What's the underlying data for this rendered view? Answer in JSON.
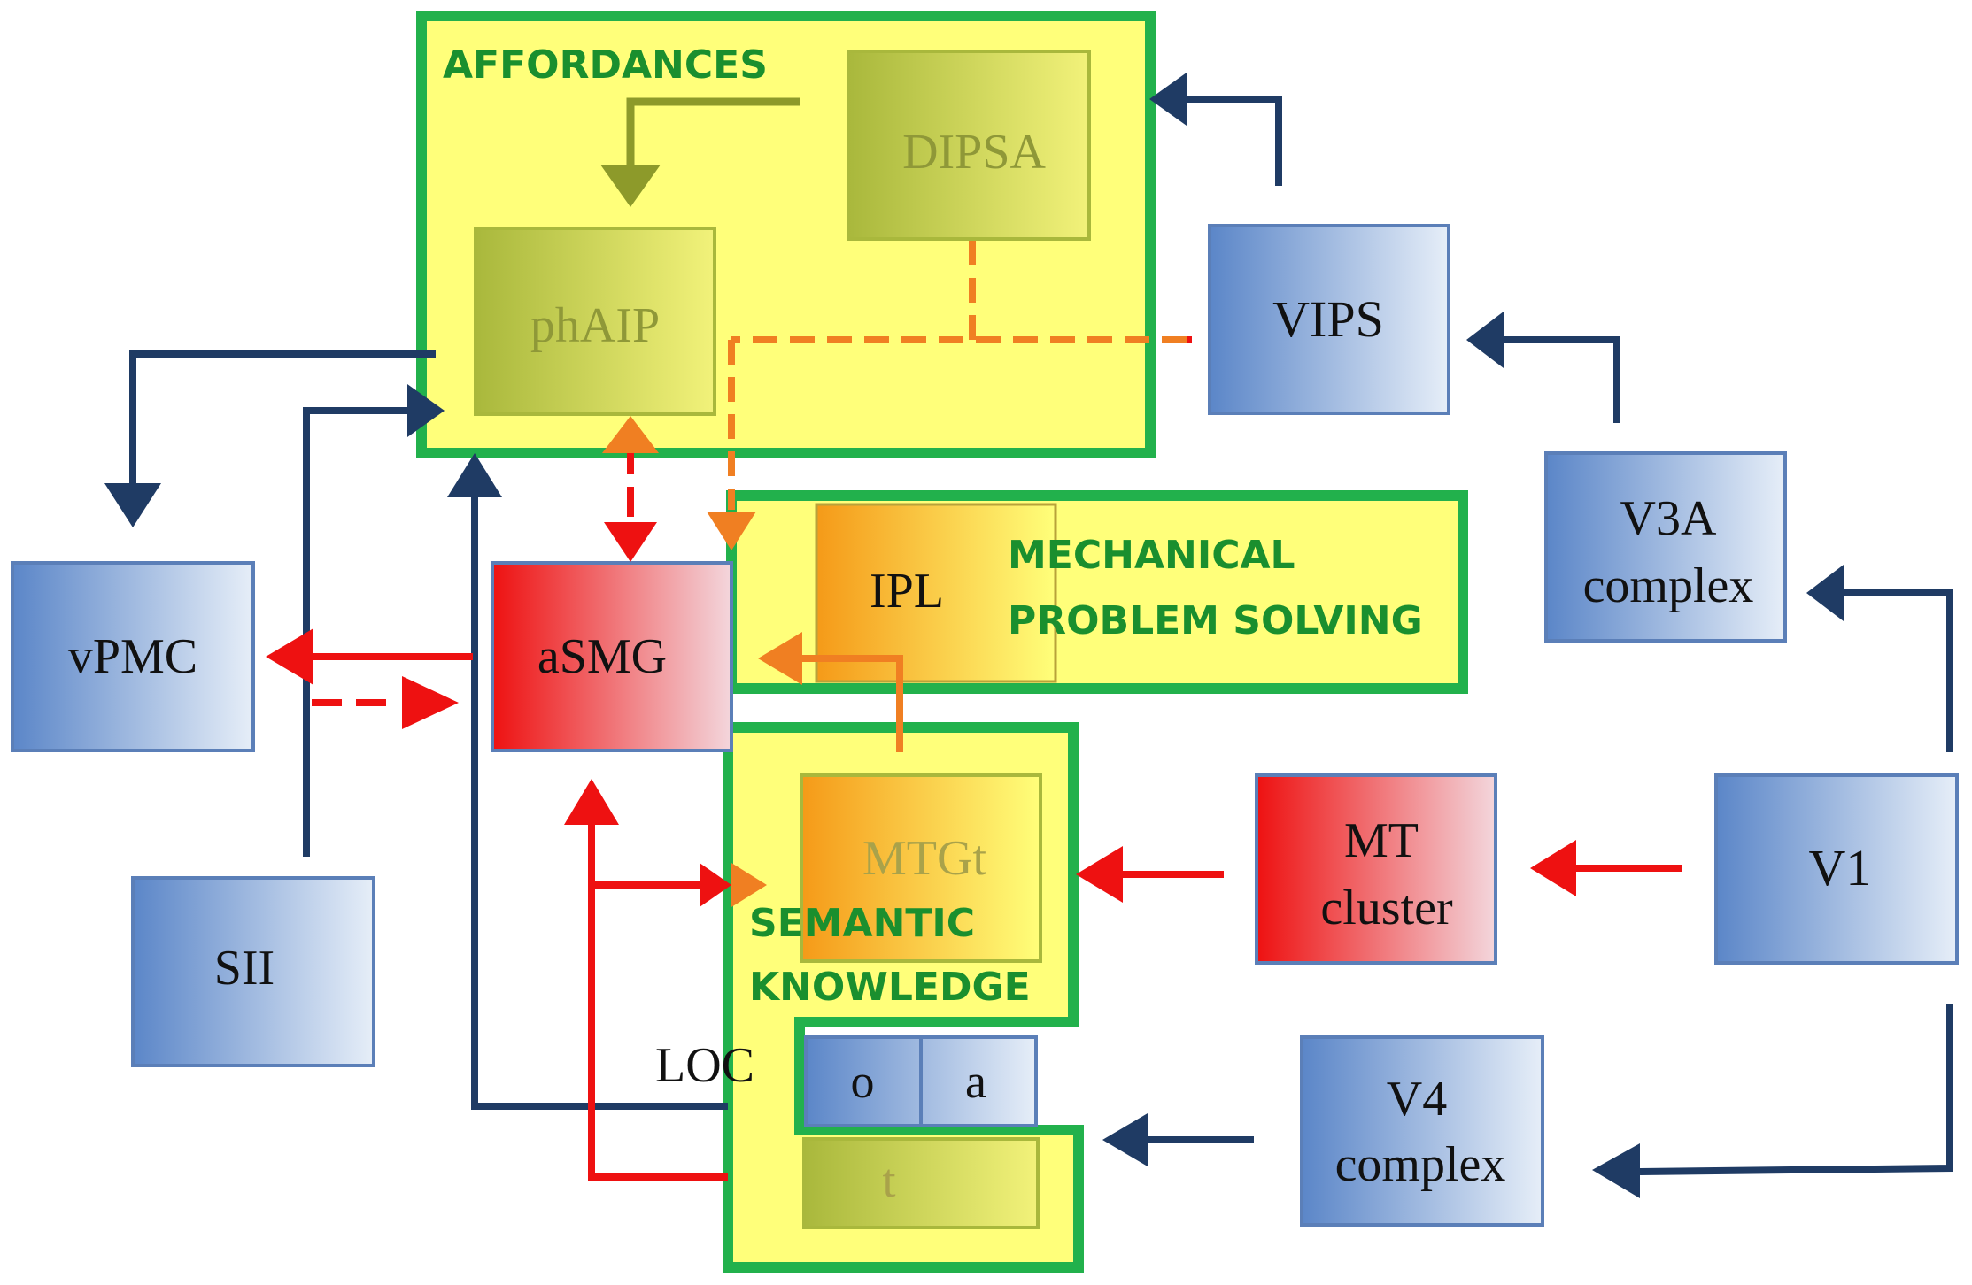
{
  "boxes": {
    "dipsa": "DIPSA",
    "phaip": "phAIP",
    "vips": "VIPS",
    "v3a_line1": "V3A",
    "v3a_line2": "complex",
    "vpmc": "vPMC",
    "asmg": "aSMG",
    "ipl": "IPL",
    "mtgt": "MTGt",
    "mt_line1": "MT",
    "mt_line2": "cluster",
    "v1": "V1",
    "sii": "SII",
    "loc": "LOC",
    "loc_o": "o",
    "loc_a": "a",
    "loc_t": "t",
    "v4_line1": "V4",
    "v4_line2": "complex"
  },
  "regions": {
    "affordances": "AFFORDANCES",
    "mechanical_line1": "MECHANICAL",
    "mechanical_line2": "PROBLEM SOLVING",
    "semantic_line1": "SEMANTIC",
    "semantic_line2": "KNOWLEDGE"
  },
  "colors": {
    "region_fill": "#ffff7a",
    "region_border": "#22b14c",
    "region_label": "#1a8f2e",
    "blue_box": "#5b86c8",
    "dorsal_arrow": "#1f3b64",
    "ventral_arrow": "#ee1111",
    "dashed_arrow": "#f07f22",
    "olive_box": "#a9b83c",
    "olive_arrow": "#8d9a2a"
  }
}
